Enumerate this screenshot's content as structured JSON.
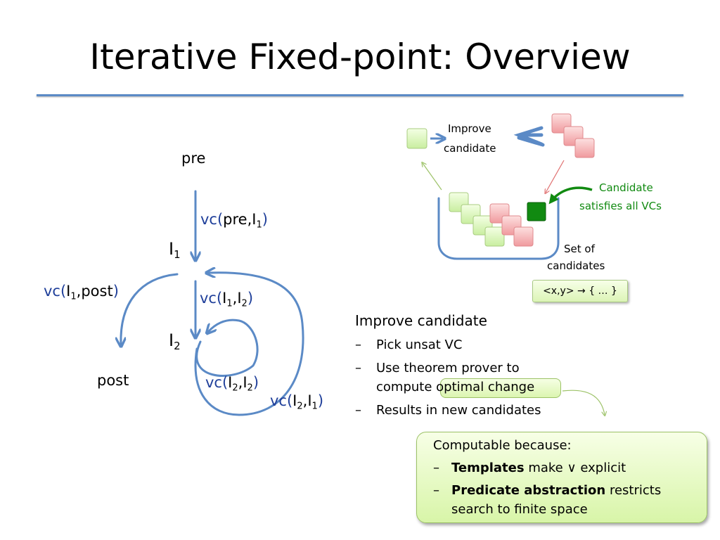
{
  "slide": {
    "title": "Iterative Fixed-point: Overview"
  },
  "flow": {
    "pre": "pre",
    "post": "post",
    "i1": {
      "base": "I",
      "sub": "1"
    },
    "i2": {
      "base": "I",
      "sub": "2"
    },
    "vc_pre_i1": {
      "pre": "vc(",
      "mid": "pre,I",
      "sub": "1",
      "close": ")"
    },
    "vc_i1_post": {
      "pre": "vc(",
      "mid": "I",
      "sub": "1",
      "rest": ",post",
      "close": ")"
    },
    "vc_i1_i2": {
      "pre": "vc(",
      "mid": "I",
      "sub1": "1",
      "comma": ",I",
      "sub2": "2",
      "close": ")"
    },
    "vc_i2_i2": {
      "pre": "vc(",
      "mid": "I",
      "sub1": "2",
      "comma": ",I",
      "sub2": "2",
      "close": ")"
    },
    "vc_i2_i1": {
      "pre": "vc(",
      "mid": "I",
      "sub1": "2",
      "comma": ",I",
      "sub2": "1",
      "close": ")"
    }
  },
  "candidates_panel": {
    "improve_line1": "Improve",
    "improve_line2": "candidate",
    "satisfies_line1": "Candidate",
    "satisfies_line2": "satisfies all VCs",
    "set_line1": "Set of",
    "set_line2": "candidates",
    "mapping": "<x,y> → { … }",
    "colors": {
      "green": "#dcf5b8",
      "red": "#f7b5b8",
      "dark_green": "#118a11",
      "satisfy_text": "#118a11"
    }
  },
  "improve": {
    "heading": "Improve candidate",
    "dash": "–",
    "bullets": [
      {
        "text": "Pick unsat VC"
      },
      {
        "line1_a": "Use theorem prover to",
        "line2_a": "compute ",
        "line2_hl": "optimal change"
      },
      {
        "text": "Results in new candidates"
      }
    ]
  },
  "callout": {
    "heading": "Computable because:",
    "dash": "–",
    "item1_bold": "Templates",
    "item1_rest": " make ∨ explicit",
    "item2_bold": "Predicate abstraction",
    "item2_rest": " restricts",
    "item2_line2": "search to finite space"
  }
}
